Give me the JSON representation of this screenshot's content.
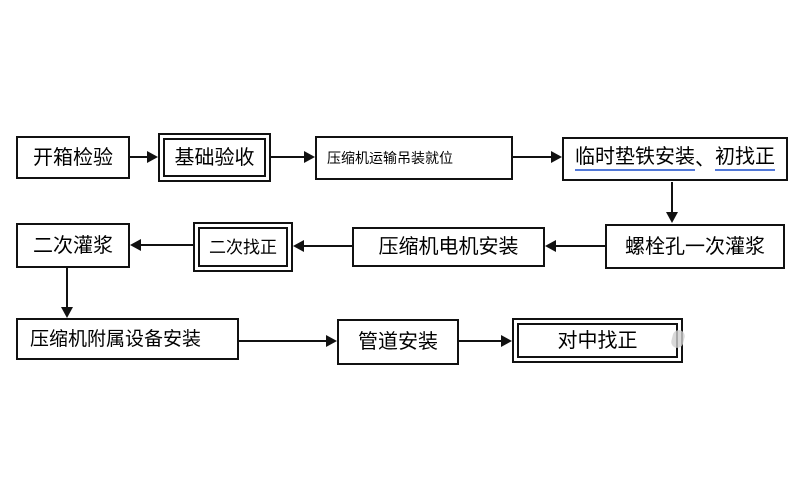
{
  "diagram": {
    "type": "flowchart",
    "colors": {
      "line": "#111111",
      "underline": "#5379d8",
      "background": "#ffffff",
      "text": "#000000"
    },
    "nodes": [
      {
        "label": "开箱检验",
        "border": "single"
      },
      {
        "label": "基础验收",
        "border": "double"
      },
      {
        "label": "压缩机运输吊装就位",
        "border": "single"
      },
      {
        "label_underlined_1": "临时垫铁安装",
        "separator": "、",
        "label_underlined_2": "初找正",
        "border": "single"
      },
      {
        "label": "螺栓孔一次灌浆",
        "border": "single"
      },
      {
        "label": "压缩机电机安装",
        "border": "single"
      },
      {
        "label": "二次找正",
        "border": "double"
      },
      {
        "label": "二次灌浆",
        "border": "single"
      },
      {
        "label": "压缩机附属设备安装",
        "border": "single"
      },
      {
        "label": "管道安装",
        "border": "single"
      },
      {
        "label": "对中找正",
        "border": "double"
      }
    ],
    "edges": [
      {
        "from": 0,
        "to": 1
      },
      {
        "from": 1,
        "to": 2
      },
      {
        "from": 2,
        "to": 3
      },
      {
        "from": 3,
        "to": 4
      },
      {
        "from": 4,
        "to": 5
      },
      {
        "from": 5,
        "to": 6
      },
      {
        "from": 6,
        "to": 7
      },
      {
        "from": 7,
        "to": 8
      },
      {
        "from": 8,
        "to": 9
      },
      {
        "from": 9,
        "to": 10
      }
    ]
  }
}
